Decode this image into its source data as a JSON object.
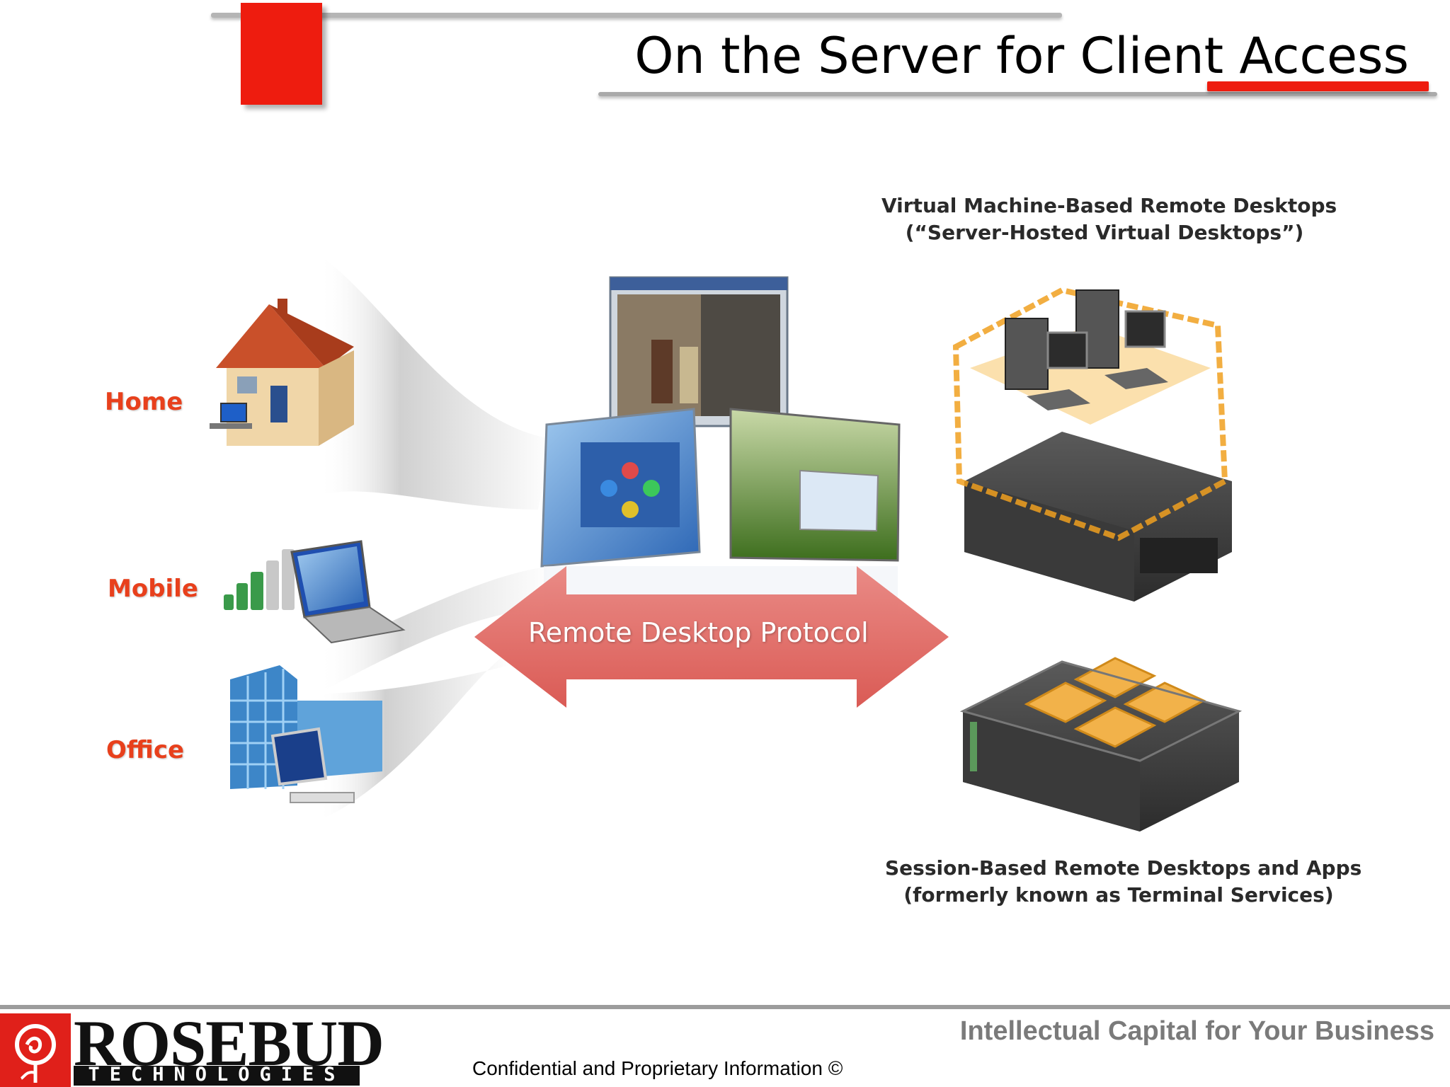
{
  "slide": {
    "title": "On the Server for Client Access"
  },
  "diagram": {
    "locations": [
      {
        "label": "Home",
        "icon": "house-icon"
      },
      {
        "label": "Mobile",
        "icon": "mobile-devices-icon"
      },
      {
        "label": "Office",
        "icon": "office-building-icon"
      }
    ],
    "protocol_label": "Remote Desktop Protocol",
    "vm_caption": {
      "line1": "Virtual Machine-Based Remote Desktops",
      "line2": "(“Server-Hosted Virtual Desktops”)"
    },
    "session_caption": {
      "line1": "Session-Based Remote Desktops and Apps",
      "line2": "(formerly known as Terminal Services)"
    }
  },
  "footer": {
    "tagline": "Intellectual Capital for Your Business",
    "confidential": "Confidential and Proprietary Information ©",
    "logo": {
      "name": "ROSEBUD",
      "sub": "TECHNOLOGIES"
    }
  },
  "colors": {
    "accent_red": "#ee1c0f",
    "label_orange": "#e8401c",
    "arrow_red": "#e35a55",
    "server_orange": "#f0a020"
  }
}
